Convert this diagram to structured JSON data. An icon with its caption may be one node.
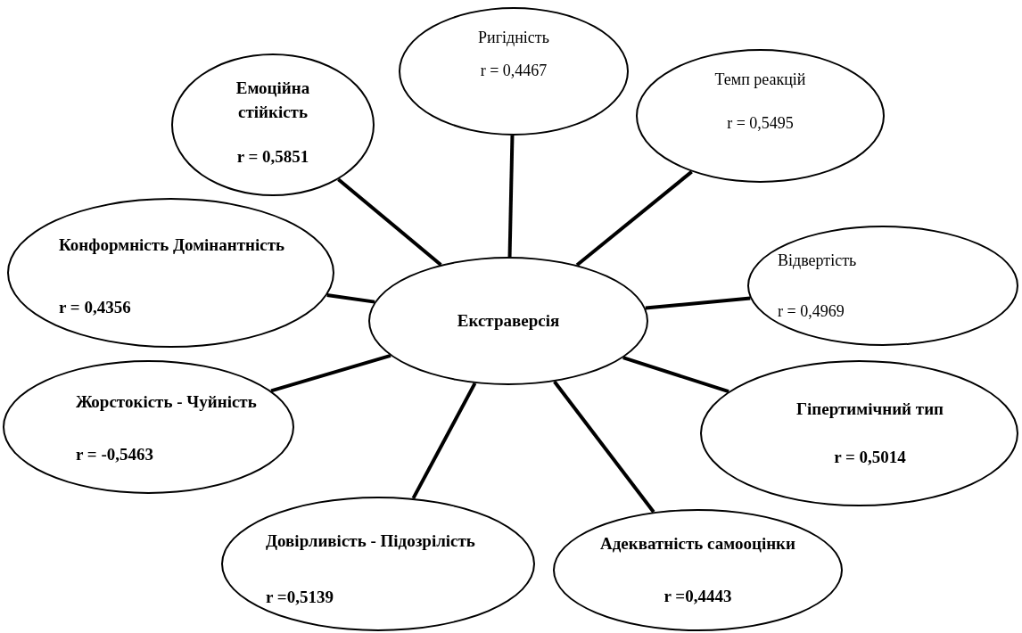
{
  "diagram": {
    "nodes": [
      {
        "text": [
          "Екстраверсія"
        ]
      },
      {
        "text": [
          "Емоційна стійкість",
          "r = 0,5851"
        ]
      },
      {
        "text": [
          "Ригідність",
          "r = 0,4467"
        ]
      },
      {
        "text": [
          "Темп реакцій",
          "r = 0,5495"
        ]
      },
      {
        "text": [
          "Конформність Домінантність",
          "r = 0,4356"
        ]
      },
      {
        "text": [
          "Відвертість",
          "r = 0,4969"
        ]
      },
      {
        "text": [
          "Жорстокість - Чуйність",
          "r = -0,5463"
        ]
      },
      {
        "text": [
          "Гіпертимічний тип",
          "r = 0,5014"
        ]
      },
      {
        "text": [
          "Довірливість - Підозрілість",
          "r =0,5139"
        ]
      },
      {
        "text": [
          "Адекватність самооцінки",
          "r =0,4443"
        ]
      }
    ],
    "edges": [
      {
        "from": 0,
        "to": 1,
        "arrow": "none"
      },
      {
        "from": 0,
        "to": 2,
        "arrow": "none"
      },
      {
        "from": 0,
        "to": 3,
        "arrow": "none"
      },
      {
        "from": 0,
        "to": 4,
        "arrow": "none"
      },
      {
        "from": 0,
        "to": 5,
        "arrow": "none"
      },
      {
        "from": 0,
        "to": 6,
        "arrow": "none"
      },
      {
        "from": 0,
        "to": 7,
        "arrow": "none"
      },
      {
        "from": 0,
        "to": 8,
        "arrow": "none"
      },
      {
        "from": 0,
        "to": 9,
        "arrow": "none"
      }
    ]
  }
}
